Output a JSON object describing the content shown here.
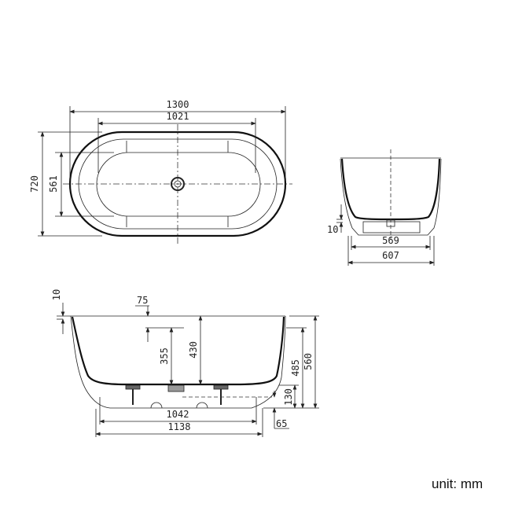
{
  "top_view": {
    "overall_length": "1300",
    "inner_length": "1021",
    "overall_width": "720",
    "inner_width": "561"
  },
  "end_view": {
    "base_width": "569",
    "overall_width": "607",
    "offset": "10"
  },
  "side_view": {
    "rim_offset": "10",
    "overflow_offset": "75",
    "overflow_height": "355",
    "inner_depth": "430",
    "overflow_to_floor": "485",
    "overall_height": "560",
    "base_height": "130",
    "foot_inset": "65",
    "base_length": "1042",
    "overall_base_length": "1138"
  },
  "unit_label": "unit: mm"
}
